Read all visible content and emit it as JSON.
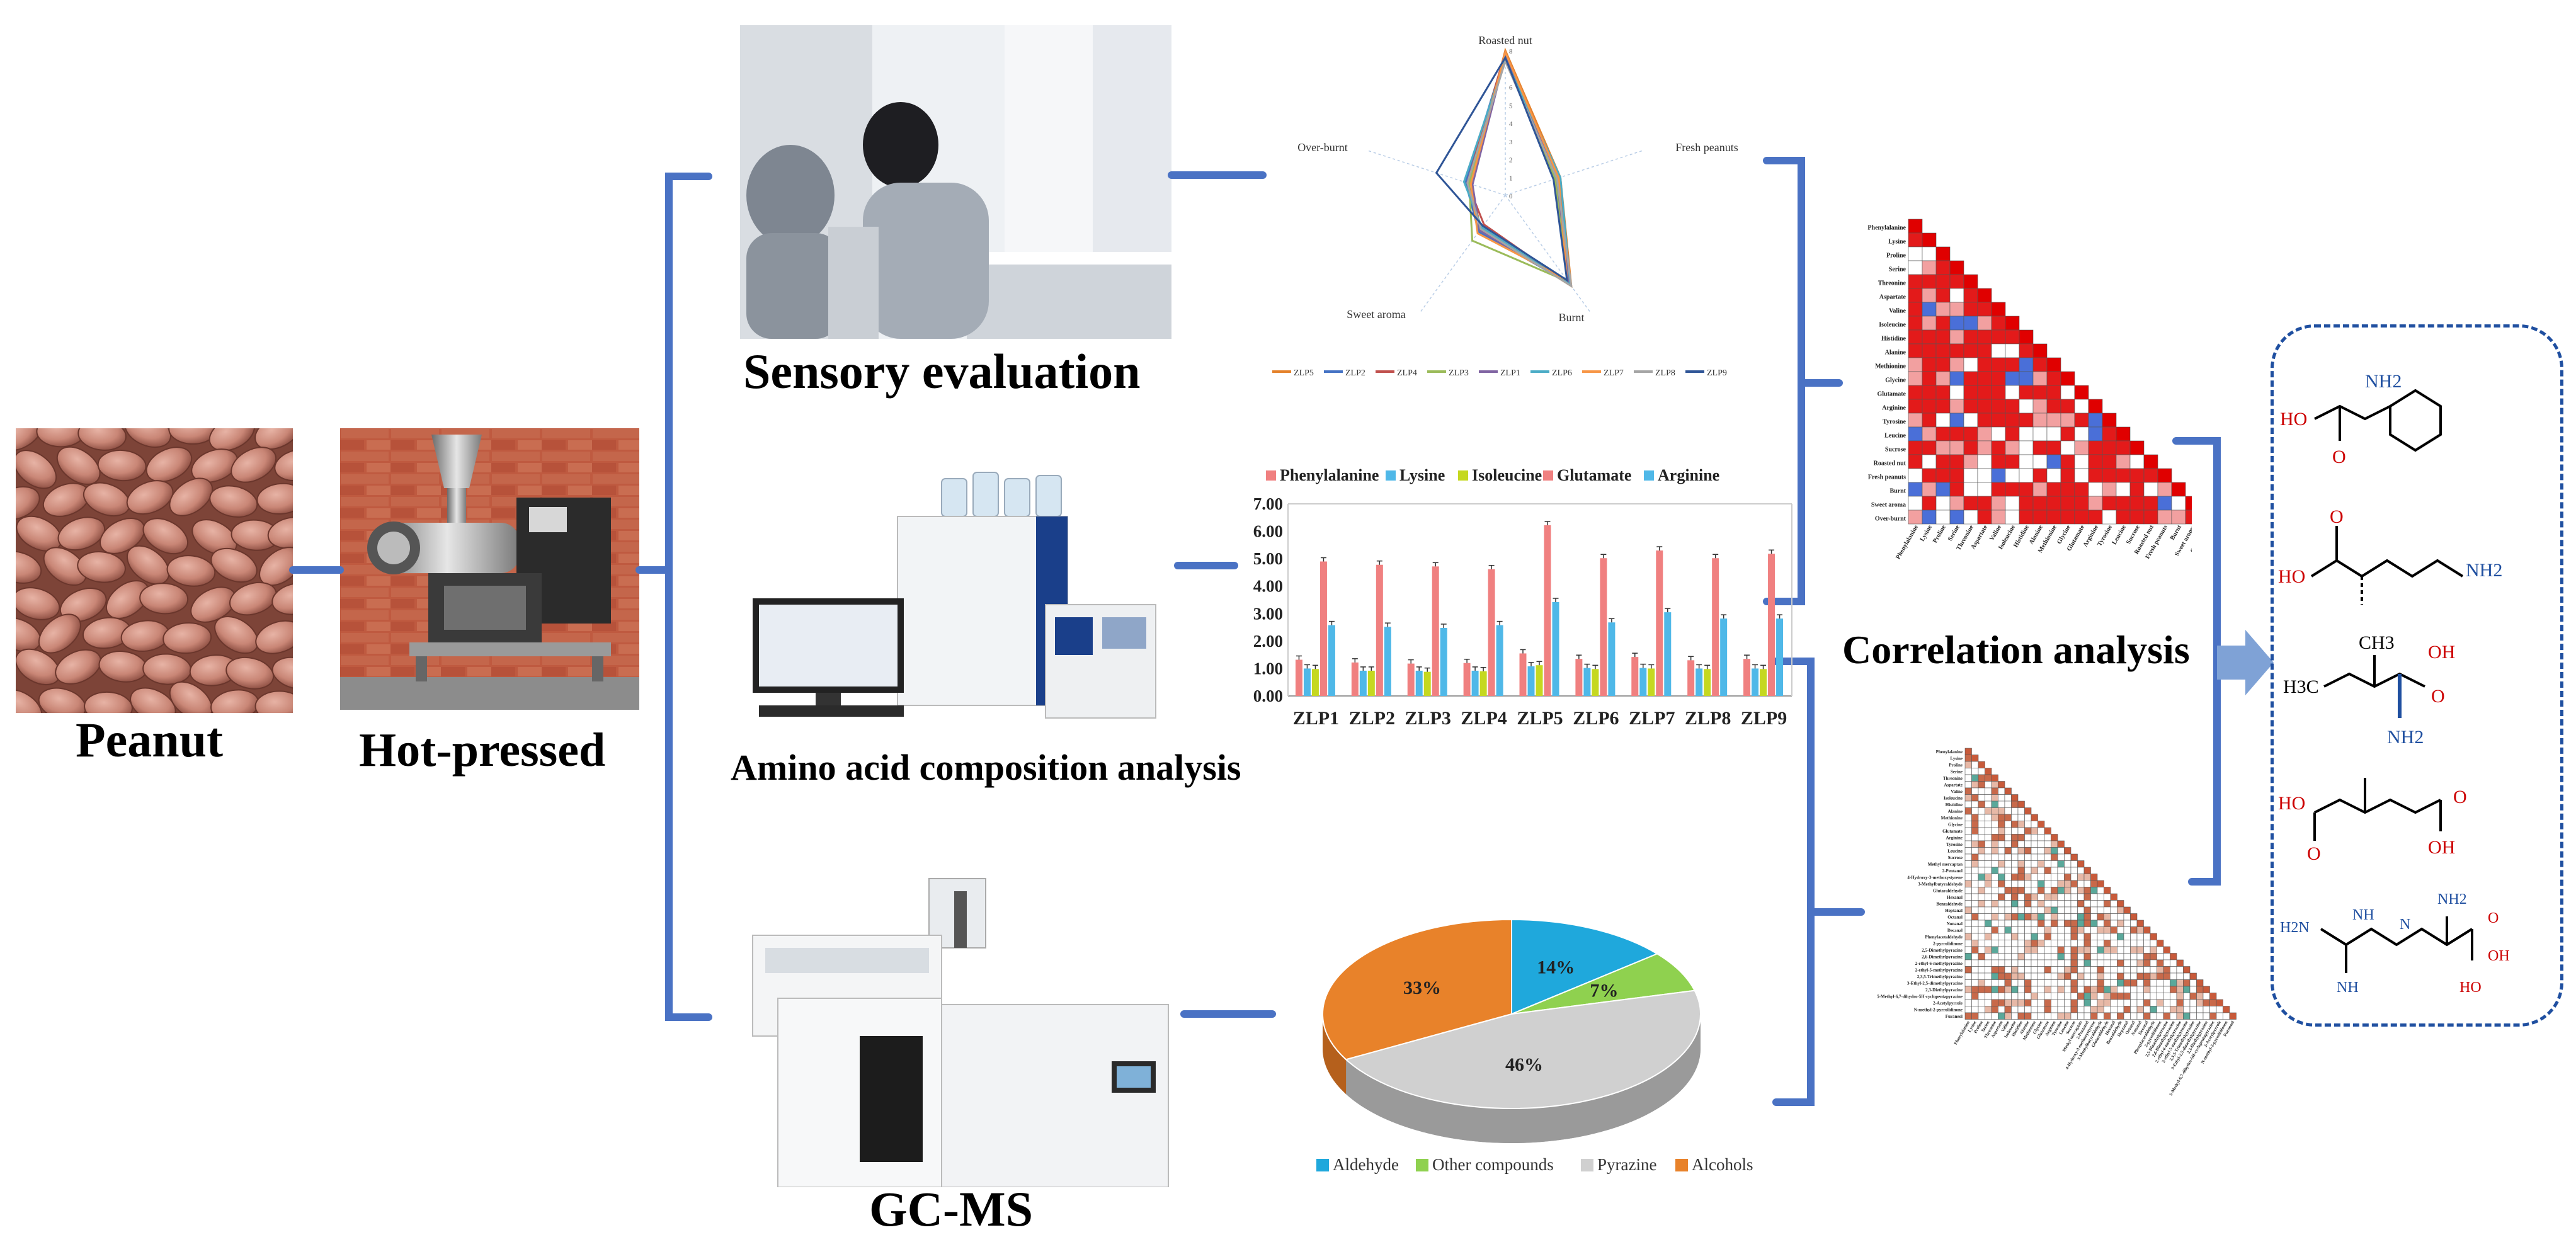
{
  "captions": {
    "peanut": "Peanut",
    "hot_pressed": "Hot-pressed",
    "sensory": "Sensory evaluation",
    "amino": "Amino acid composition analysis",
    "gcms": "GC-MS",
    "correlation": "Correlation analysis"
  },
  "radar": {
    "axes": [
      "Roasted nut",
      "Fresh peanuts",
      "Burnt",
      "Sweet aroma",
      "Over-burnt"
    ],
    "ticks": [
      "0",
      "1",
      "2",
      "3",
      "4",
      "5",
      "6",
      "7",
      "8"
    ],
    "legend": [
      "ZLP5",
      "ZLP2",
      "ZLP4",
      "ZLP3",
      "ZLP1",
      "ZLP6",
      "ZLP7",
      "ZLP8",
      "ZLP9"
    ],
    "colors": [
      "#e4812a",
      "#4472c4",
      "#c0504d",
      "#9bbb59",
      "#8064a2",
      "#4bacc6",
      "#f79646",
      "#a5a5a5",
      "#2f5597"
    ]
  },
  "chart_data": [
    {
      "type": "bar",
      "categories": [
        "ZLP1",
        "ZLP2",
        "ZLP3",
        "ZLP4",
        "ZLP5",
        "ZLP6",
        "ZLP7",
        "ZLP8",
        "ZLP9"
      ],
      "series": [
        {
          "name": "Phenylalanine",
          "color": "#f08080",
          "values": [
            1.32,
            1.22,
            1.18,
            1.2,
            1.55,
            1.35,
            1.42,
            1.3,
            1.35
          ]
        },
        {
          "name": "Lysine",
          "color": "#4fb8e8",
          "values": [
            1.0,
            0.92,
            0.92,
            0.92,
            1.08,
            1.02,
            1.02,
            1.0,
            1.0
          ]
        },
        {
          "name": "Isoleucine",
          "color": "#c5d820",
          "values": [
            0.98,
            0.92,
            0.88,
            0.9,
            1.12,
            0.98,
            1.0,
            0.98,
            0.98
          ]
        },
        {
          "name": "Glutamate",
          "color": "#f08080",
          "values": [
            4.9,
            4.78,
            4.72,
            4.62,
            6.22,
            5.02,
            5.3,
            5.02,
            5.18
          ]
        },
        {
          "name": "Arginine",
          "color": "#4fb8e8",
          "values": [
            2.58,
            2.52,
            2.48,
            2.58,
            3.42,
            2.68,
            3.05,
            2.82,
            2.82
          ]
        }
      ],
      "yticks": [
        "0.00",
        "1.00",
        "2.00",
        "3.00",
        "4.00",
        "5.00",
        "6.00",
        "7.00"
      ],
      "ylim": [
        0,
        7
      ]
    },
    {
      "type": "pie",
      "labels": [
        "Aldehyde",
        "Other compounds",
        "Pyrazine",
        "Alcohols"
      ],
      "values": [
        14,
        7,
        46,
        33
      ],
      "value_labels": [
        "14%",
        "7%",
        "46%",
        "33%"
      ],
      "colors": [
        "#1fa8dc",
        "#8fd14f",
        "#d0d0d0",
        "#e8822a"
      ]
    }
  ],
  "corr1": {
    "rows": [
      "Phenylalanine",
      "Lysine",
      "Proline",
      "Serine",
      "Threonine",
      "Aspartate",
      "Valine",
      "Isoleucine",
      "Histidine",
      "Alanine",
      "Methionine",
      "Glycine",
      "Glutamate",
      "Arginine",
      "Tyrosine",
      "Leucine",
      "Sucrose",
      "Roasted nut",
      "Fresh peanuts",
      "Burnt",
      "Sweet aroma",
      "Over-burnt"
    ],
    "corner_mark": "o"
  },
  "corr2": {
    "rows": [
      "Phenylalanine",
      "Lysine",
      "Proline",
      "Serine",
      "Threonine",
      "Aspartate",
      "Valine",
      "Isoleucine",
      "Histidine",
      "Alanine",
      "Methionine",
      "Glycine",
      "Glutamate",
      "Arginine",
      "Tyrosine",
      "Leucine",
      "Sucrose",
      "Methyl mercaptan",
      "2-Pentanol",
      "4-Hydroxy-3-methoxystyrene",
      "3-Methylbutyraldehyde",
      "Glutaraldehyde",
      "Hexanal",
      "Benzaldehyde",
      "Heptanal",
      "Octanal",
      "Nonanal",
      "Decanal",
      "Phenylacetaldehyde",
      "2-pyrrolidinone",
      "2,5-Dimethylpyrazine",
      "2,6-Dimethylpyrazine",
      "2-ethyl-6-methylpyrazine",
      "2-ethyl-5-methylpyrazine",
      "2,3,5-Trimethylpyrazine",
      "3-Ethyl-2,5-dimethylpyrazine",
      "2,3-Diethylpyrazine",
      "5-Methyl-6,7-dihydro-5H-cyclopentapyrazine",
      "2-Acetylpyrrole",
      "N-methyl-2-pyrrolidinone",
      "Furaneol"
    ]
  },
  "molecules": {
    "labels": [
      "NH2",
      "HO",
      "O",
      "HO",
      "O",
      "NH2",
      "CH3",
      "H3C",
      "OH",
      "O",
      "NH2",
      "HO",
      "O",
      "O",
      "OH",
      "H2N",
      "NH",
      "N",
      "NH2",
      "NH",
      "HO",
      "O",
      "OH"
    ]
  }
}
